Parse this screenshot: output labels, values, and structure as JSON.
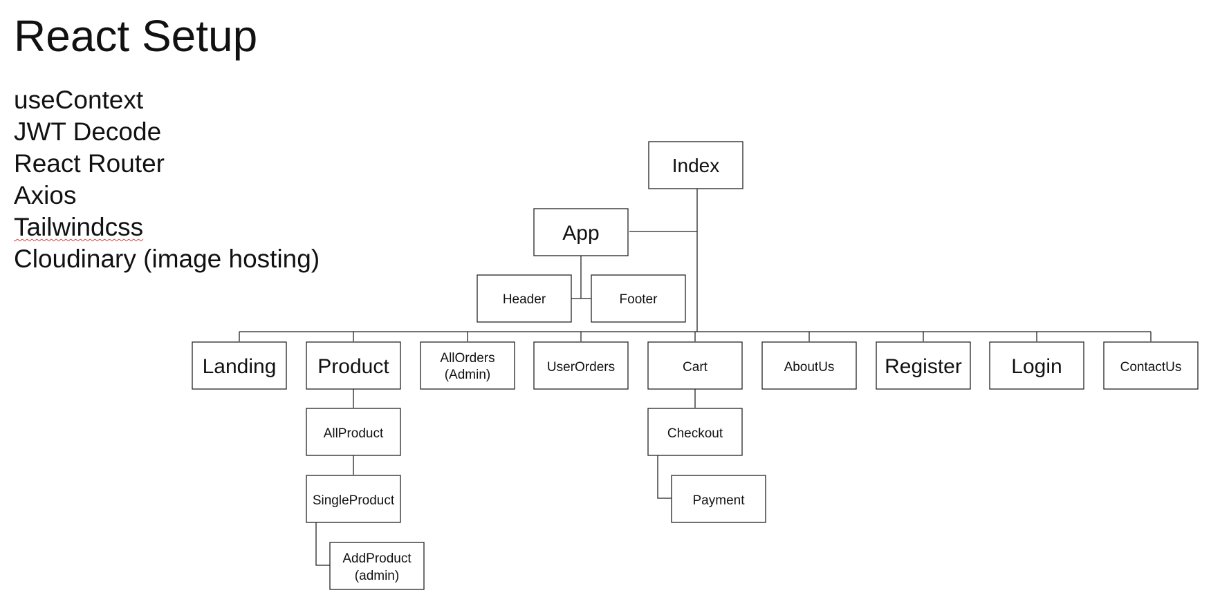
{
  "title": "React Setup",
  "setup_items": [
    "useContext",
    "JWT Decode",
    "React Router",
    "Axios",
    "Tailwindcss",
    "Cloudinary (image hosting)"
  ],
  "tree": {
    "index": "Index",
    "app": "App",
    "header": "Header",
    "footer": "Footer",
    "landing": "Landing",
    "product": "Product",
    "all_orders": [
      "AllOrders",
      "(Admin)"
    ],
    "user_orders": "UserOrders",
    "cart": "Cart",
    "about_us": "AboutUs",
    "register": "Register",
    "login": "Login",
    "contact_us": "ContactUs",
    "all_product": "AllProduct",
    "single_product": "SingleProduct",
    "add_product": [
      "AddProduct",
      "(admin)"
    ],
    "checkout": "Checkout",
    "payment": "Payment"
  }
}
